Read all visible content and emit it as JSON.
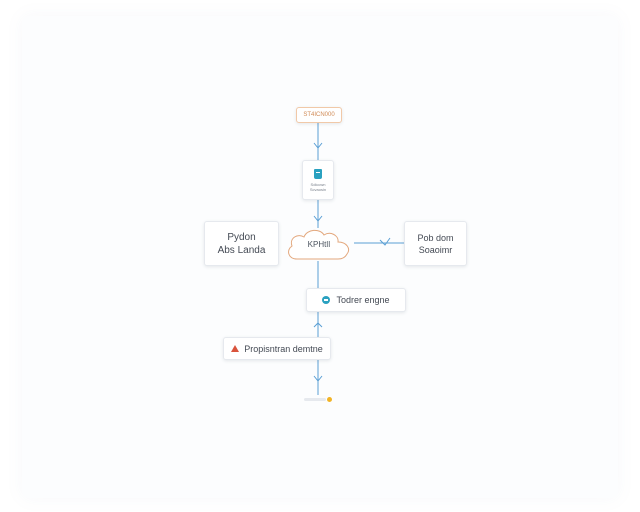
{
  "nodes": {
    "top": {
      "label": "ST4ICN000"
    },
    "database": {
      "line1": "Sdiccwn",
      "line2": "Scvaosin"
    },
    "python": {
      "line1": "Pydon",
      "line2": "Abs Landa"
    },
    "cloud": {
      "label": "KPHtlI"
    },
    "pub": {
      "line1": "Pob dom",
      "line2": "Soaoimr"
    },
    "engine": {
      "label": "Todrer engne"
    },
    "warning": {
      "label": "Propisntran demtne"
    }
  },
  "colors": {
    "connector": "#5a9fd4",
    "accent_orange": "#e3a77c",
    "accent_teal": "#2aa1c0",
    "warning_red": "#d9533c",
    "end_yellow": "#f2b325"
  },
  "icons": {
    "database": "database-icon",
    "engine": "engine-icon",
    "warning": "warning-icon",
    "cloud": "cloud-icon"
  }
}
